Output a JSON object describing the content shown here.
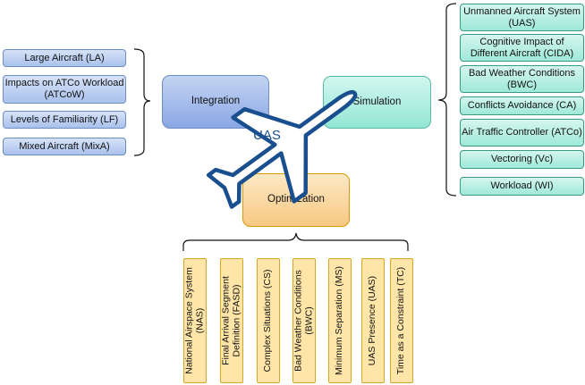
{
  "center": {
    "plane_label": "UAS"
  },
  "main_nodes": {
    "integration": "Integration",
    "simulation": "Simulation",
    "optimization": "Optimization"
  },
  "integration_items": [
    "Large Aircraft (LA)",
    "Impacts on ATCo Workload (ATCoW)",
    "Levels of Familiarity (LF)",
    "Mixed Aircraft (MixA)"
  ],
  "simulation_items": [
    "Unmanned Aircraft System (UAS)",
    "Cognitive Impact of Different Aircraft (CIDA)",
    "Bad Weather Conditions (BWC)",
    "Conflicts Avoidance (CA)",
    "Air Traffic Controller (ATCo)",
    "Vectoring (Vc)",
    "Workload (WI)"
  ],
  "optimization_items": [
    "National Airspace System (NAS)",
    "Final Arrival Segment Definition (FASD)",
    "Complex Situations (CS)",
    "Bad Weather Conditions (BWC)",
    "Minimum Separation (MS)",
    "UAS Presence (UAS)",
    "Time as a Constraint (TC)"
  ],
  "colors": {
    "integration": "#8aa6e4",
    "simulation": "#93e6d4",
    "optimization": "#f8c882",
    "plane_outline": "#1a4f8f",
    "plane_fill": "#ffffff"
  }
}
